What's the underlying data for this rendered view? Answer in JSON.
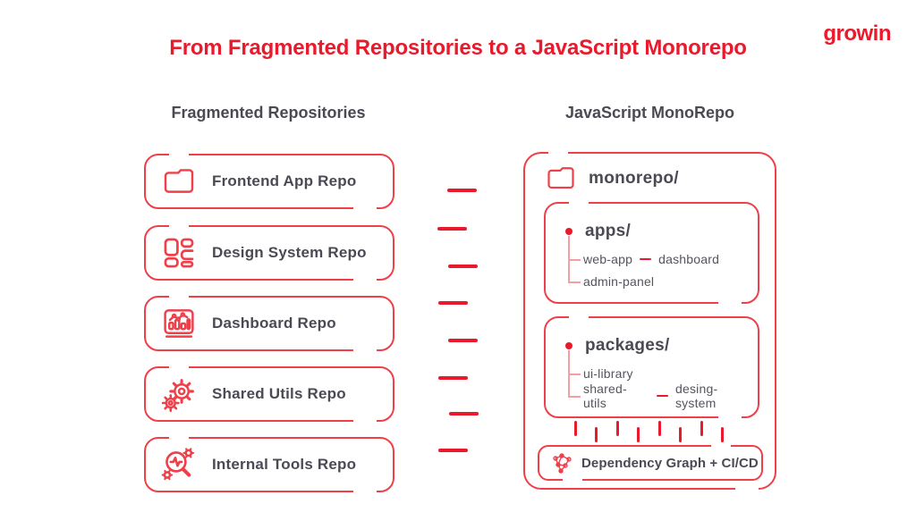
{
  "header": {
    "title": "From Fragmented Repositories to a JavaScript Monorepo",
    "logo_text": "growin"
  },
  "colors": {
    "accent_red": "#e81a2b",
    "border_red": "#ef3f49",
    "tree_pink": "#f2a0a4",
    "text_dark": "#4a4a54",
    "text_gray": "#55555e"
  },
  "left_column": {
    "heading": "Fragmented Repositories",
    "repos": [
      {
        "label": "Frontend App Repo",
        "icon": "folder-icon"
      },
      {
        "label": "Design System Repo",
        "icon": "design-system-icon"
      },
      {
        "label": "Dashboard Repo",
        "icon": "dashboard-chart-icon"
      },
      {
        "label": "Shared Utils Repo",
        "icon": "gears-icon"
      },
      {
        "label": "Internal Tools Repo",
        "icon": "search-tools-icon"
      }
    ]
  },
  "right_column": {
    "heading": "JavaScript MonoRepo",
    "root_folder": "monorepo/",
    "root_icon": "folder-icon",
    "sections": [
      {
        "label": "apps/",
        "rows": [
          {
            "items": [
              "web-app",
              "dashboard"
            ]
          },
          {
            "items": [
              "admin-panel"
            ]
          }
        ]
      },
      {
        "label": "packages/",
        "rows": [
          {
            "items": [
              "ui-library"
            ]
          },
          {
            "items": [
              "shared-utils",
              "desing-system"
            ]
          }
        ]
      }
    ],
    "footer": {
      "label": "Dependency Graph + CI/CD",
      "icon": "dependency-graph-icon"
    }
  }
}
